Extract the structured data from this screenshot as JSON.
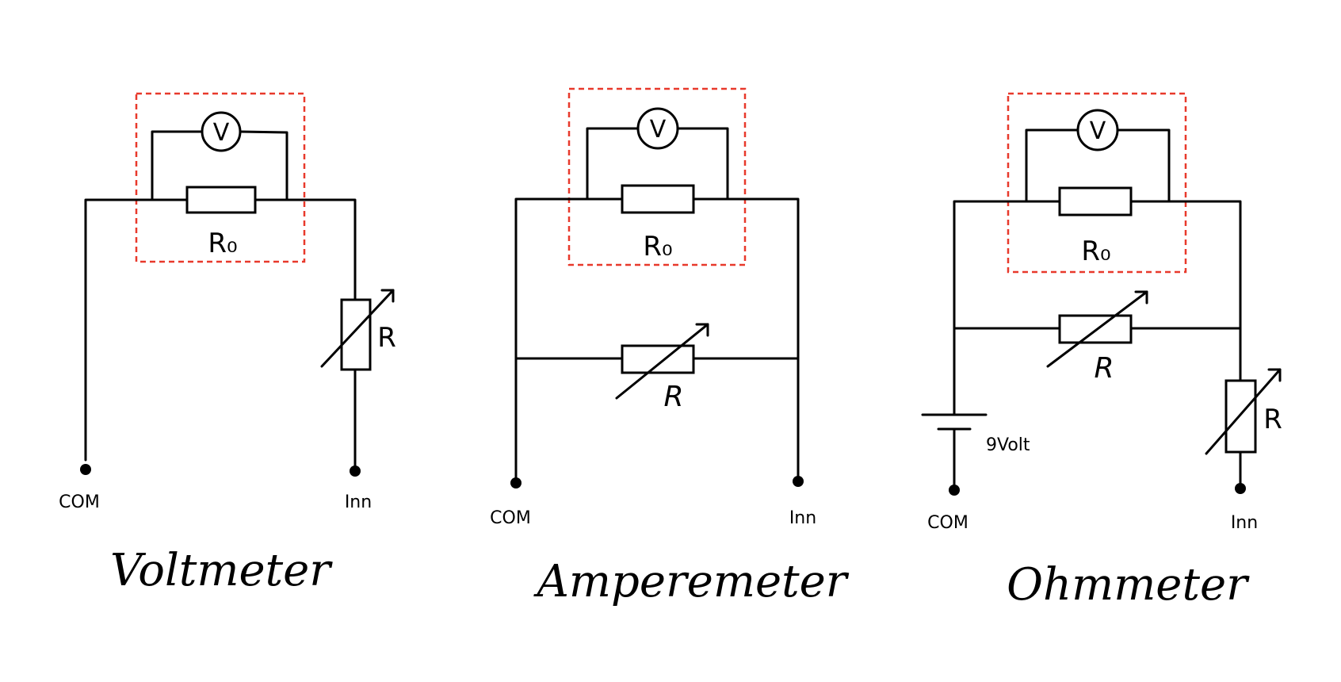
{
  "colors": {
    "line": "#000000",
    "highlight": "#e8392b",
    "background": "#ffffff"
  },
  "voltmeter": {
    "title": "Voltmeter",
    "meter_symbol": "V",
    "ro_label": "R₀",
    "r_label": "R",
    "com_label": "COM",
    "in_label": "Inn"
  },
  "amperemeter": {
    "title": "Amperemeter",
    "meter_symbol": "V",
    "ro_label": "R₀",
    "r_label": "R",
    "com_label": "COM",
    "in_label": "Inn"
  },
  "ohmmeter": {
    "title": "Ohmmeter",
    "meter_symbol": "V",
    "ro_label": "R₀",
    "r_label_1": "R",
    "r_label_2": "R",
    "battery_label": "9Volt",
    "com_label": "COM",
    "in_label": "Inn"
  }
}
